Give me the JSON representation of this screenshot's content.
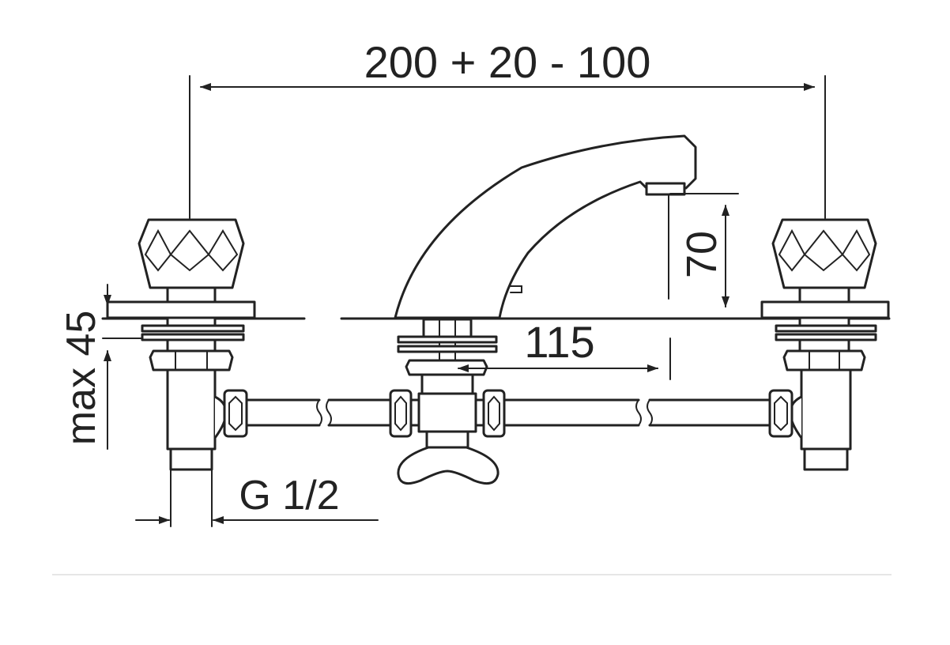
{
  "dimensions": {
    "width_label": "200 + 20 - 100",
    "spout_height_label": "70",
    "spout_reach_label": "115",
    "max_thickness_label": "max 45",
    "thread_label": "G 1/2"
  },
  "colors": {
    "line": "#222222",
    "background": "#ffffff",
    "separator": "#e6e6e6"
  }
}
